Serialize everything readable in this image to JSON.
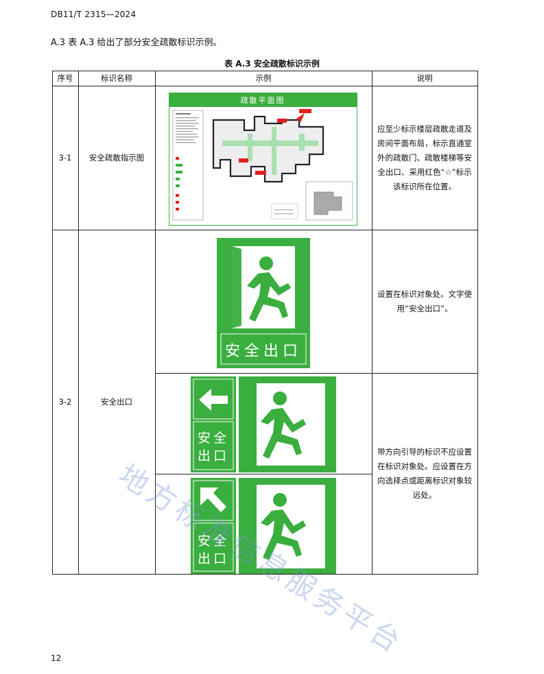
{
  "header": {
    "doc_code": "DB11/T 2315—2024"
  },
  "intro": {
    "text": "A.3  表 A.3 给出了部分安全疏散标识示例。"
  },
  "table": {
    "caption": "表 A.3 安全疏散标识示例",
    "columns": [
      "序号",
      "标识名称",
      "示例",
      "说明"
    ],
    "rows": [
      {
        "no": "3-1",
        "name": "安全疏散指示图",
        "desc": "应至少标示楼层疏散走道及房间平面布局，标示直通室外的疏散门、疏散楼梯等安全出口、采用红色“☆”标示该标识所在位置。"
      },
      {
        "no": "3-2",
        "name": "安全出口",
        "desc": "设置在标识对象处。文字使用“安全出口”。",
        "desc2": "带方向引导的标识不应设置在标识对象处。应设置在方向选择点或距离标识对象较远处。"
      }
    ]
  },
  "signs": {
    "plan_title": "疏散平面图",
    "exit_text": "安全出口",
    "exit_text_line1": "安全",
    "exit_text_line2": "出口"
  },
  "colors": {
    "sign_green": "#3aae3e",
    "sign_green_dark": "#2f9a34",
    "marker_red": "#e02020"
  },
  "watermark": "地方标准信息服务平台",
  "page_number": "12"
}
